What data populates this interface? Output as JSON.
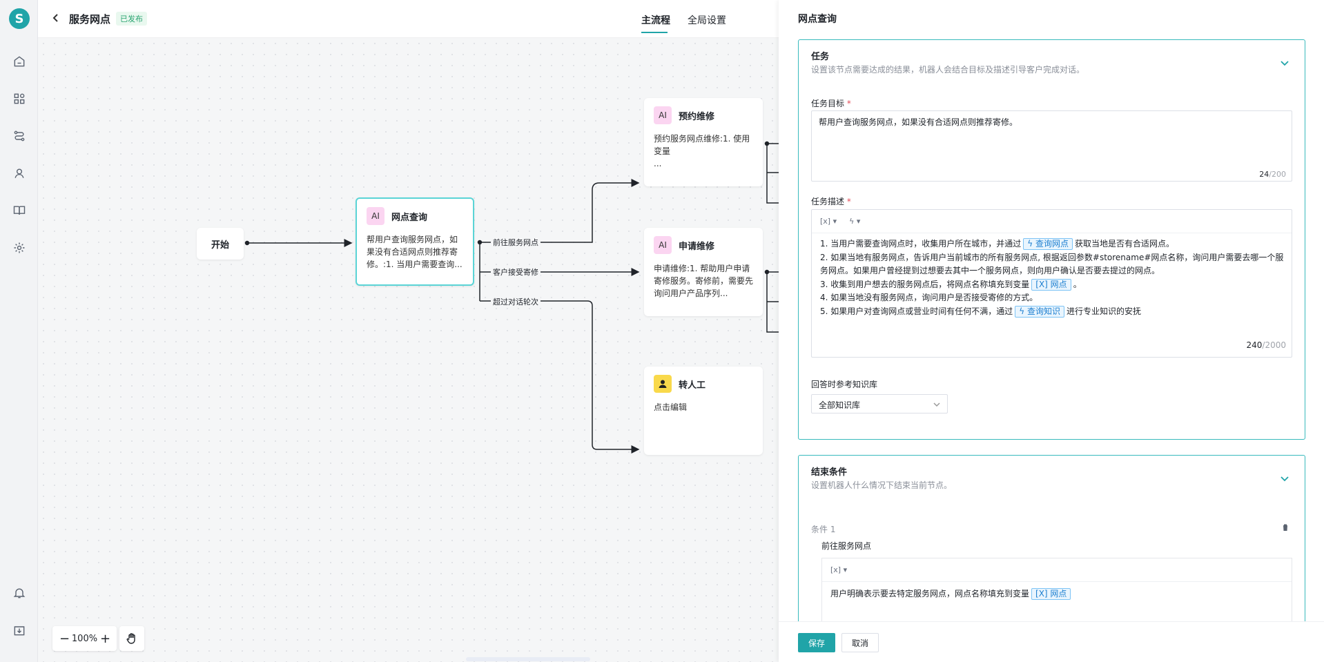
{
  "app": {
    "logo_letter": "S",
    "accent": "#20a4a8"
  },
  "rail": {
    "items": [
      "home-icon",
      "apps-icon",
      "flow-icon",
      "user-icon",
      "book-icon",
      "gear-icon",
      "bell-icon",
      "download-icon"
    ]
  },
  "header": {
    "title": "服务网点",
    "status": "已发布",
    "tabs": [
      "主流程",
      "全局设置"
    ]
  },
  "canvas": {
    "start_node": "开始",
    "nodes": {
      "query": {
        "icon": "AI",
        "title": "网点查询",
        "body": "帮用户查询服务网点，如果没有合适网点则推荐寄修。:1. 当用户需要查询..."
      },
      "booking": {
        "icon": "AI",
        "title": "预约维修",
        "body": "预约服务网点维修:1. 使用变量\n..."
      },
      "apply": {
        "icon": "AI",
        "title": "申请维修",
        "body": "申请维修:1. 帮助用户申请寄修服务。寄修前，需要先询问用户产品序列..."
      },
      "human": {
        "title": "转人工",
        "body": "点击编辑"
      }
    },
    "branches": [
      "前往服务网点",
      "客户接受寄修",
      "超过对话轮次"
    ],
    "zoom": "100%"
  },
  "panel": {
    "title": "网点查询",
    "task": {
      "title": "任务",
      "subtitle": "设置该节点需要达成的结果，机器人会结合目标及描述引导客户完成对话。",
      "goal_label": "任务目标",
      "goal_value": "帮用户查询服务网点，如果没有合适网点则推荐寄修。",
      "goal_count": "24",
      "goal_max": "/200",
      "desc_label": "任务描述",
      "desc_toolbar": [
        "[x]",
        "ϟ"
      ],
      "desc_lines": {
        "l1a": "1. 当用户需要查询网点时，收集用户所在城市，并通过",
        "l1tag": "ϟ 查询网点",
        "l1b": "获取当地是否有合适网点。",
        "l2": "2. 如果当地有服务网点，告诉用户当前城市的所有服务网点, 根据返回参数#storename#网点名称，询问用户需要去哪一个服务网点。如果用户曾经提到过想要去其中一个服务网点，则向用户确认是否要去提过的网点。",
        "l3a": "3. 收集到用户想去的服务网点后，将网点名称填充到变量",
        "l3tag": "[X] 网点",
        "l3b": "。",
        "l4": "4. 如果当地没有服务网点，询问用户是否接受寄修的方式。",
        "l5a": "5. 如果用户对查询网点或营业时间有任何不满，通过",
        "l5tag": "ϟ 查询知识",
        "l5b": "进行专业知识的安抚"
      },
      "desc_count": "240",
      "desc_max": "/2000",
      "kb_label": "回答时参考知识库",
      "kb_value": "全部知识库"
    },
    "end": {
      "title": "结束条件",
      "subtitle": "设置机器人什么情况下结束当前节点。",
      "cond_label": "条件 1",
      "cond_name": "前往服务网点",
      "toolbar": "[x]",
      "text_a": "用户明确表示要去特定服务网点，网点名称填充到变量",
      "text_tag": "[X] 网点"
    },
    "save": "保存",
    "cancel": "取消"
  }
}
